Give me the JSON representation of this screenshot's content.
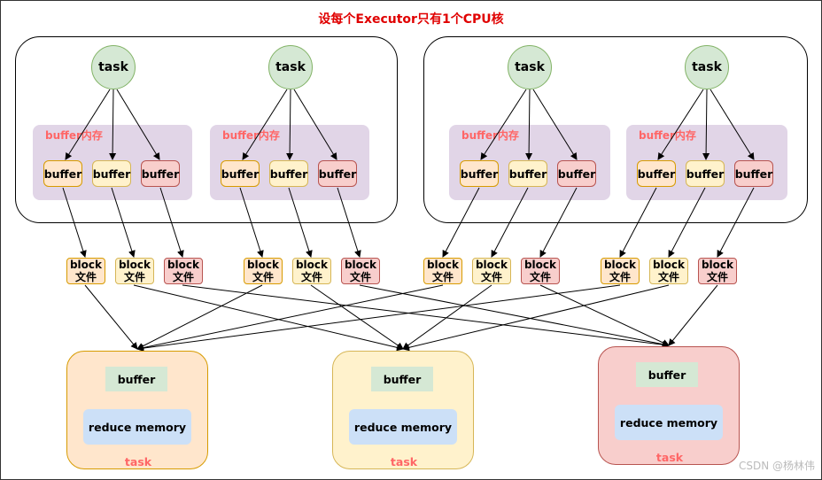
{
  "title": "设每个Executor只有1个CPU核",
  "labels": {
    "task": "task",
    "buffer": "buffer",
    "memory": "buffer内存",
    "block": "block",
    "file": "文件",
    "reduce_memory": "reduce memory"
  },
  "colors": {
    "orange": "#ffe6cc",
    "yellow": "#fff2cc",
    "red": "#f8cecc",
    "task_green": "#d5e8d4",
    "memory_purple": "#e1d5e7",
    "reduce_blue": "#cce0f7",
    "title_red": "#e00000"
  },
  "executor_count": 2,
  "map_tasks_per_executor": 2,
  "buffers_per_task": 3,
  "reduce_tasks": 3,
  "watermark": "CSDN @杨林伟"
}
